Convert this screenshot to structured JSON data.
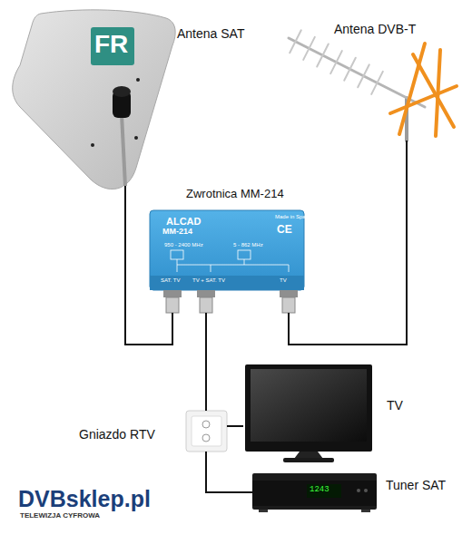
{
  "diagram": {
    "nodes": [
      {
        "text": [
          "Antena SAT"
        ]
      },
      {
        "text": [
          "Antena DVB-T"
        ]
      },
      {
        "text": [
          "Zwrotnica MM-214",
          "ALCAD",
          "MM-214",
          "Made in Spain",
          "CE",
          "950 - 2400 MHz",
          "5 - 862 MHz",
          "SAT. TV",
          "TV + SAT. TV",
          "TV"
        ]
      },
      {
        "text": [
          "TV"
        ]
      },
      {
        "text": [
          "Gniazdo RTV"
        ]
      },
      {
        "text": [
          "Tuner SAT",
          "1243"
        ]
      }
    ],
    "edges": [
      {
        "from": 0,
        "to": 2,
        "arrow": "none"
      },
      {
        "from": 1,
        "to": 2,
        "arrow": "none"
      },
      {
        "from": 2,
        "to": 4,
        "arrow": "none"
      },
      {
        "from": 4,
        "to": 3,
        "arrow": "none"
      },
      {
        "from": 4,
        "to": 5,
        "arrow": "none"
      }
    ],
    "labels": [
      "FR",
      "DVBsklep.pl",
      "TELEWIZJA CYFROWA"
    ]
  }
}
